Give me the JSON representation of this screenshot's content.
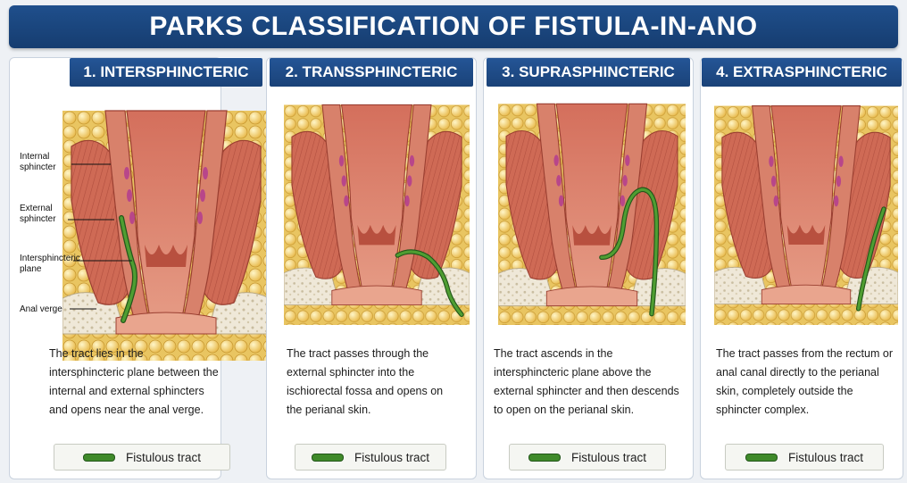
{
  "title": "PARKS CLASSIFICATION OF FISTULA-IN-ANO",
  "panels": [
    {
      "header": "1. INTERSPHINCTERIC",
      "description": "The tract lies in the intersphincteric plane between the internal and external sphincters and opens near the anal verge.",
      "legend": "Fistulous tract"
    },
    {
      "header": "2. TRANSSPHINCTERIC",
      "description": "The tract passes through the external sphincter into the ischiorectal fossa and opens on the perianal skin.",
      "legend": "Fistulous tract"
    },
    {
      "header": "3. SUPRASPHINCTERIC",
      "description": "The tract ascends in the intersphincteric plane above the external sphincter and then descends to open on the perianal skin.",
      "legend": "Fistulous tract"
    },
    {
      "header": "4. EXTRASPHINCTERIC",
      "description": "The tract passes from the rectum or anal canal directly to the perianal skin, completely outside the sphincter complex.",
      "legend": "Fistulous tract"
    }
  ],
  "annotations": {
    "internal_sphincter": "Internal sphincter",
    "external_sphincter": "External sphincter",
    "intersphincteric_plane": "Intersphincteric plane",
    "anal_verge": "Anal verge"
  },
  "colors": {
    "header_blue": "#1f4f8c",
    "tract_green": "#3f8a2a",
    "muscle": "#c8614f",
    "fat": "#f3d77a"
  }
}
